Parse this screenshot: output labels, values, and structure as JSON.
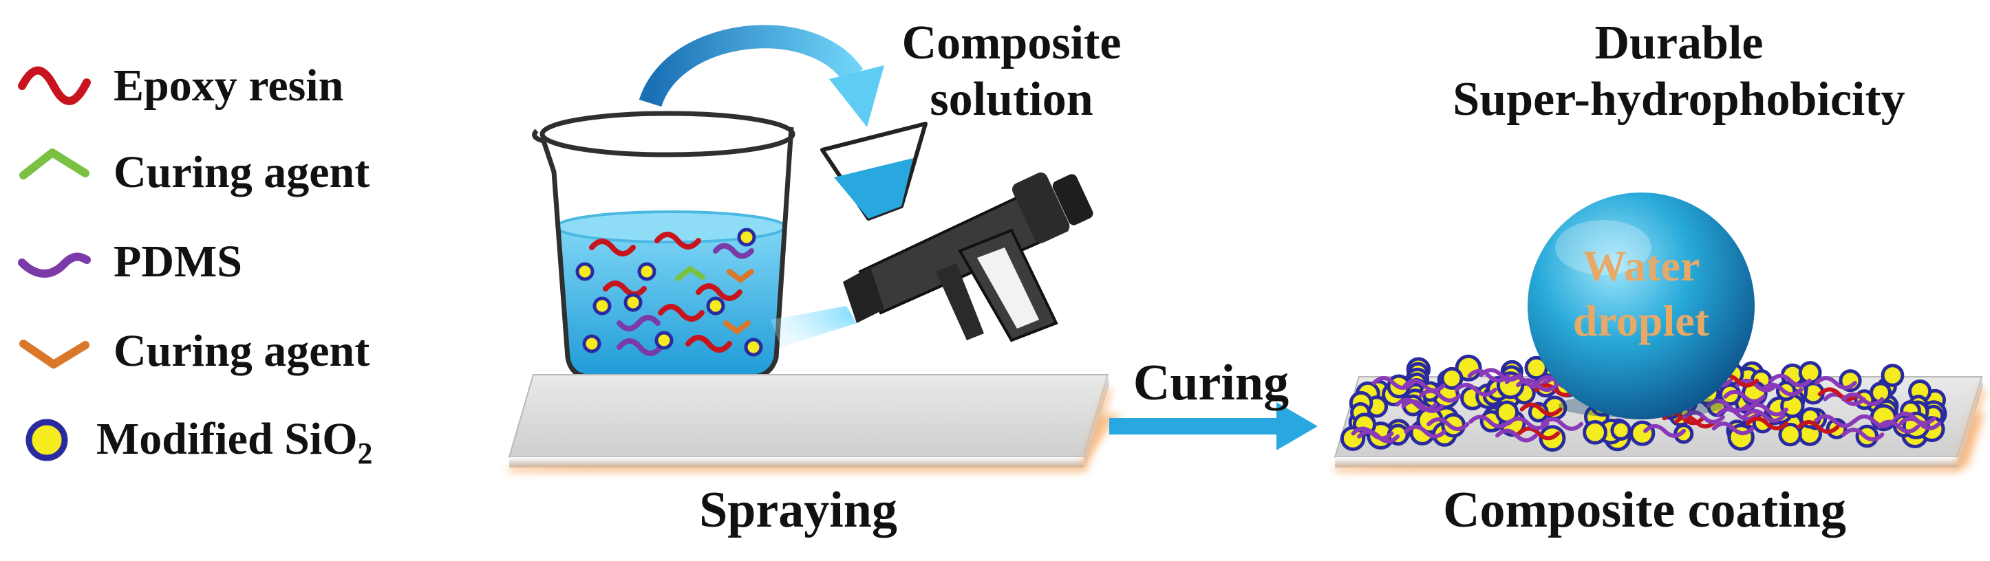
{
  "legend": {
    "items": [
      {
        "label": "Epoxy resin",
        "icon": "red-wave-icon",
        "color": "#c8141c"
      },
      {
        "label": "Curing agent",
        "icon": "green-chevron-icon",
        "color": "#7ac143"
      },
      {
        "label": "PDMS",
        "icon": "purple-wave-icon",
        "color": "#7a3aa8"
      },
      {
        "label": "Curing agent",
        "icon": "orange-chevron-icon",
        "color": "#d9772a"
      },
      {
        "label": "Modified SiO",
        "subscript": "2",
        "icon": "sio2-particle-icon",
        "color": "#f4ec1e"
      }
    ]
  },
  "titles": {
    "composite_solution_line1": "Composite",
    "composite_solution_line2": "solution",
    "durable_line1": "Durable",
    "durable_line2": "Super-hydrophobicity"
  },
  "steps": {
    "curing": "Curing",
    "spraying": "Spraying",
    "composite_coating": "Composite coating"
  },
  "droplet": {
    "line1": "Water",
    "line2": "droplet"
  },
  "colors": {
    "water_blue": "#33b6e8",
    "arrow_blue": "#29a8df",
    "substrate_glow": "#f7a45c",
    "sio2_yellow": "#f4ec1e",
    "sio2_ring": "#2a2aa0",
    "droplet_text": "#e8a866"
  }
}
